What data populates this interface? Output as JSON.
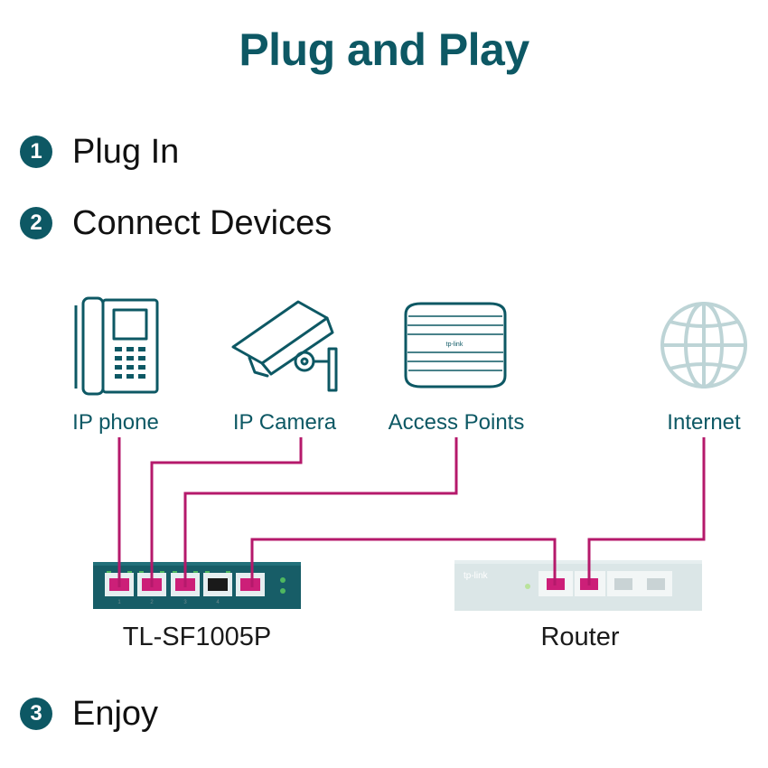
{
  "title": "Plug and Play",
  "steps": [
    {
      "number": "1",
      "label": "Plug In"
    },
    {
      "number": "2",
      "label": "Connect Devices"
    },
    {
      "number": "3",
      "label": "Enjoy"
    }
  ],
  "devices": {
    "ip_phone": "IP phone",
    "ip_camera": "IP Camera",
    "access_points": "Access Points",
    "internet": "Internet"
  },
  "switch": {
    "label": "TL-SF1005P",
    "port_numbers": [
      "1",
      "2",
      "3",
      "4"
    ]
  },
  "router": {
    "label": "Router",
    "brand": "tp-link"
  },
  "ap_brand": "tp-link",
  "colors": {
    "primary": "#0d5864",
    "cable": "#b5196b",
    "port_active": "#cc1f78",
    "switch_body": "#175d67",
    "router_body": "#dbe6e7",
    "globe": "#bdd4d6"
  },
  "icons": [
    "phone-icon",
    "camera-icon",
    "access-point-icon",
    "globe-icon"
  ]
}
